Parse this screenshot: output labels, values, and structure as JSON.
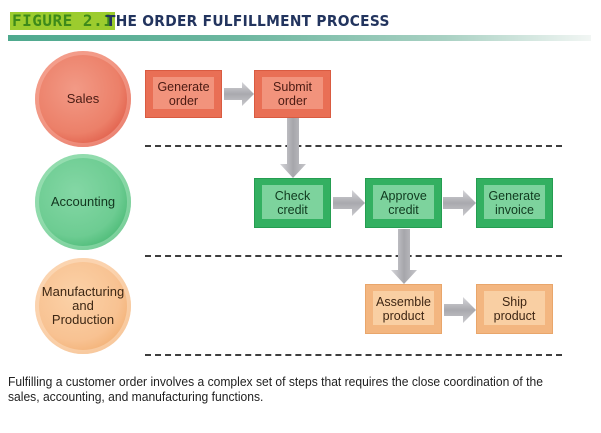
{
  "figure": {
    "label": "FIGURE 2.1",
    "title": "THE ORDER FULFILLMENT PROCESS"
  },
  "lanes": [
    {
      "name": "Sales",
      "color": "#ec8069",
      "lines": [
        "Sales"
      ]
    },
    {
      "name": "Accounting",
      "color": "#6dcc92",
      "lines": [
        "Accounting"
      ]
    },
    {
      "name": "Manufacturing and Production",
      "color": "#f8c292",
      "lines": [
        "Manufacturing",
        "and",
        "Production"
      ]
    }
  ],
  "steps": [
    {
      "id": "generate-order",
      "lane": "Sales",
      "lines": [
        "Generate",
        "order"
      ]
    },
    {
      "id": "submit-order",
      "lane": "Sales",
      "lines": [
        "Submit",
        "order"
      ]
    },
    {
      "id": "check-credit",
      "lane": "Accounting",
      "lines": [
        "Check",
        "credit"
      ]
    },
    {
      "id": "approve-credit",
      "lane": "Accounting",
      "lines": [
        "Approve",
        "credit"
      ]
    },
    {
      "id": "generate-invoice",
      "lane": "Accounting",
      "lines": [
        "Generate",
        "invoice"
      ]
    },
    {
      "id": "assemble-product",
      "lane": "Manufacturing and Production",
      "lines": [
        "Assemble",
        "product"
      ]
    },
    {
      "id": "ship-product",
      "lane": "Manufacturing and Production",
      "lines": [
        "Ship",
        "product"
      ]
    }
  ],
  "flows": [
    {
      "from": "generate-order",
      "to": "submit-order"
    },
    {
      "from": "submit-order",
      "to": "check-credit"
    },
    {
      "from": "check-credit",
      "to": "approve-credit"
    },
    {
      "from": "approve-credit",
      "to": "generate-invoice"
    },
    {
      "from": "approve-credit",
      "to": "assemble-product"
    },
    {
      "from": "assemble-product",
      "to": "ship-product"
    }
  ],
  "caption": "Fulfilling a customer order involves a complex set of steps that requires the close coordination of the sales, accounting, and manufacturing functions."
}
